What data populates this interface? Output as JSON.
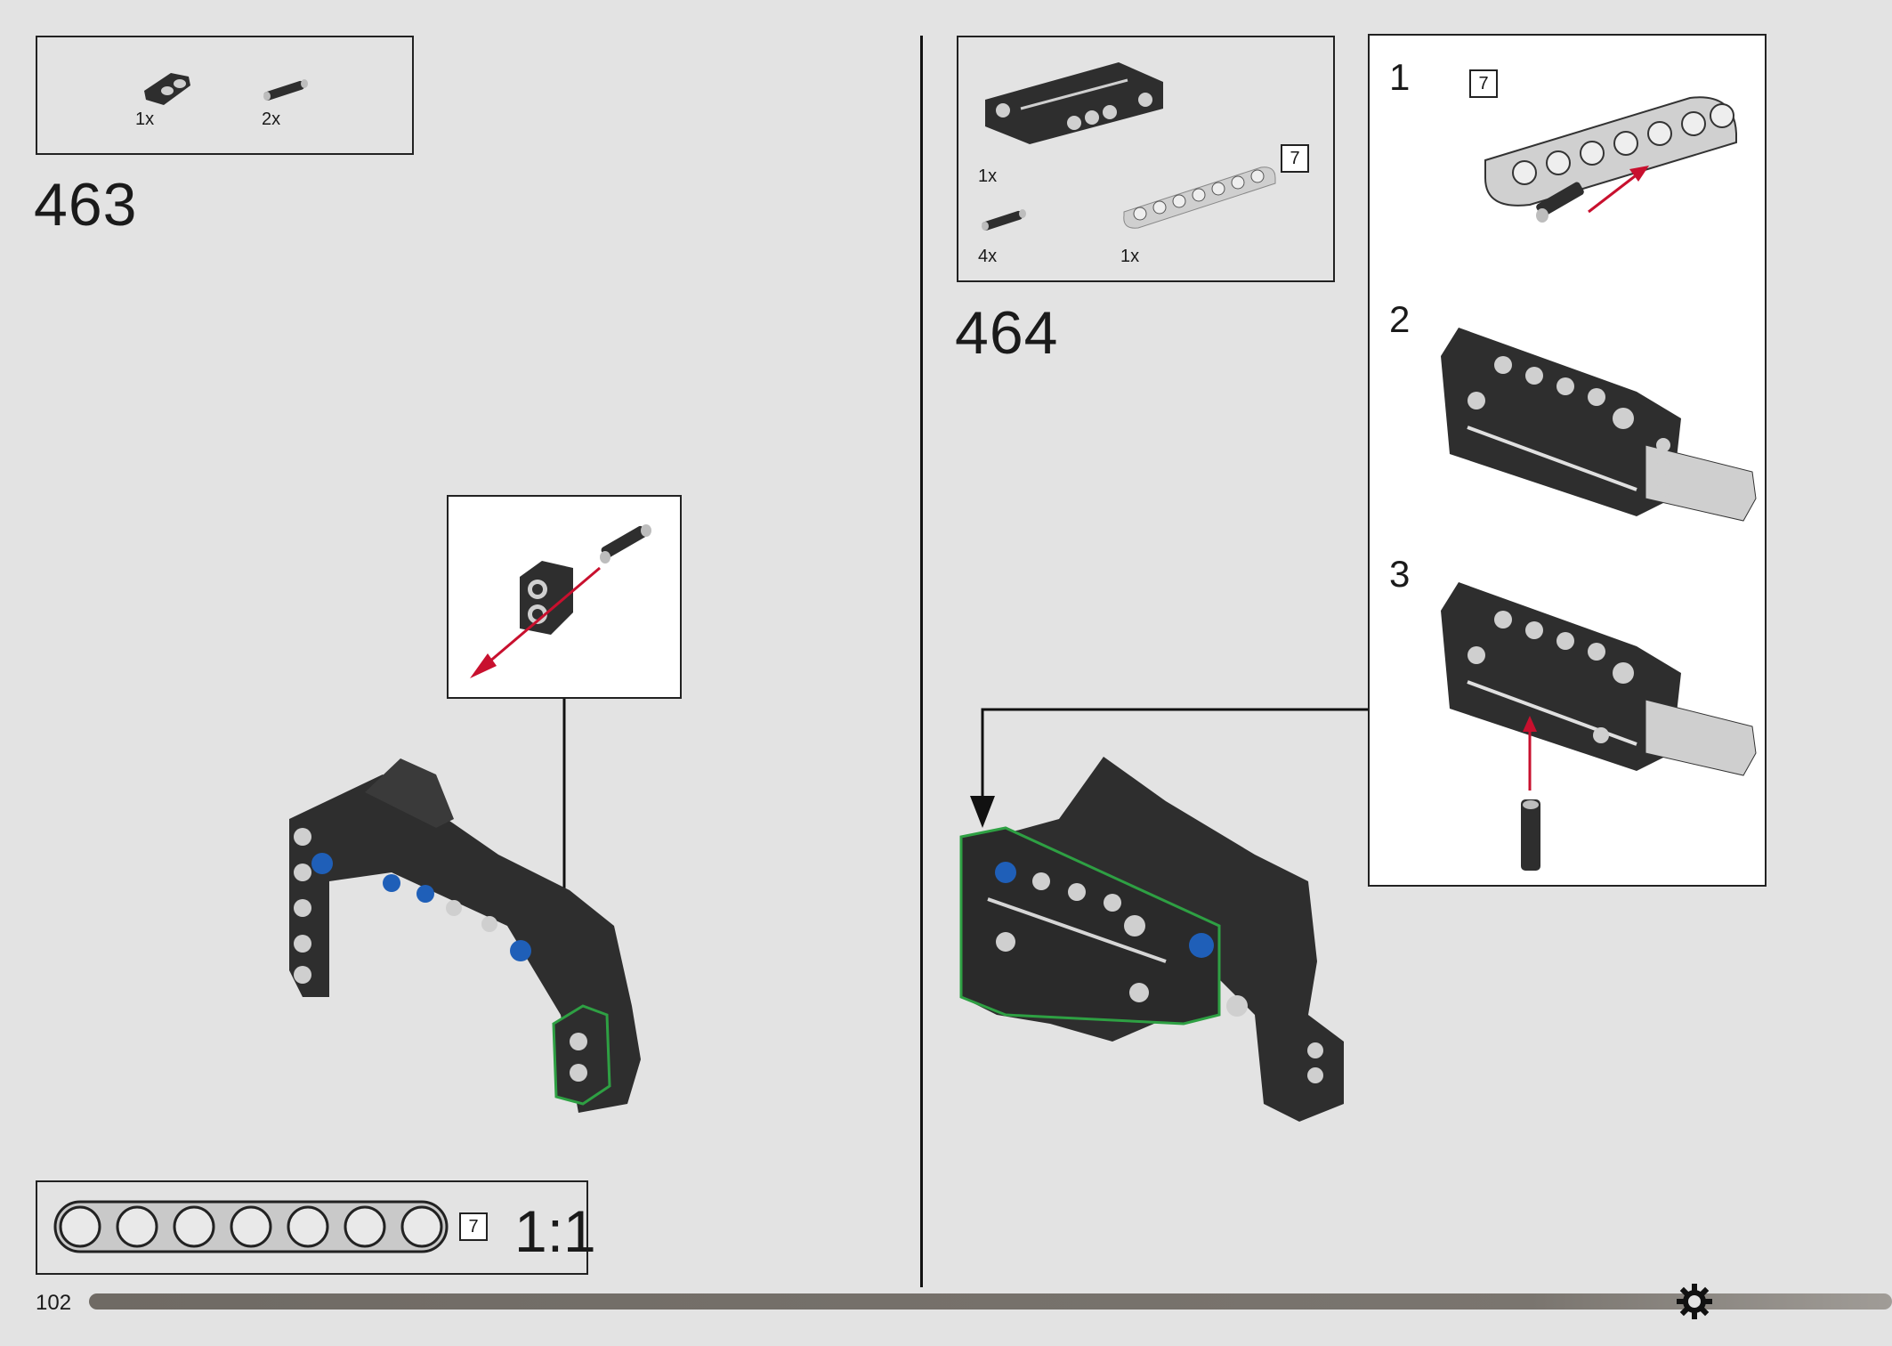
{
  "left_page": {
    "step_463": {
      "number": "463",
      "parts": [
        {
          "icon": "connector-block-icon",
          "qty": "1x"
        },
        {
          "icon": "pin-icon",
          "qty": "2x"
        }
      ]
    },
    "scale": {
      "beam_length_tag": "7",
      "ratio_label": "1:1"
    },
    "page_number": "102"
  },
  "right_page": {
    "step_464": {
      "number": "464",
      "parts": [
        {
          "icon": "panel-icon",
          "qty": "1x"
        },
        {
          "icon": "pin-icon",
          "qty": "4x"
        },
        {
          "icon": "beam-icon",
          "qty": "1x",
          "length_tag": "7"
        }
      ]
    },
    "substeps": [
      {
        "number": "1",
        "length_tag": "7"
      },
      {
        "number": "2"
      },
      {
        "number": "3"
      }
    ]
  },
  "progress": {
    "fraction": 0.9
  },
  "colors": {
    "background": "#e3e3e3",
    "part_dark": "#2e2e2e",
    "part_light": "#d0d0d0",
    "accent_red": "#c8102e",
    "pin_blue": "#1f5fb8",
    "highlight_green": "#2ea043"
  }
}
